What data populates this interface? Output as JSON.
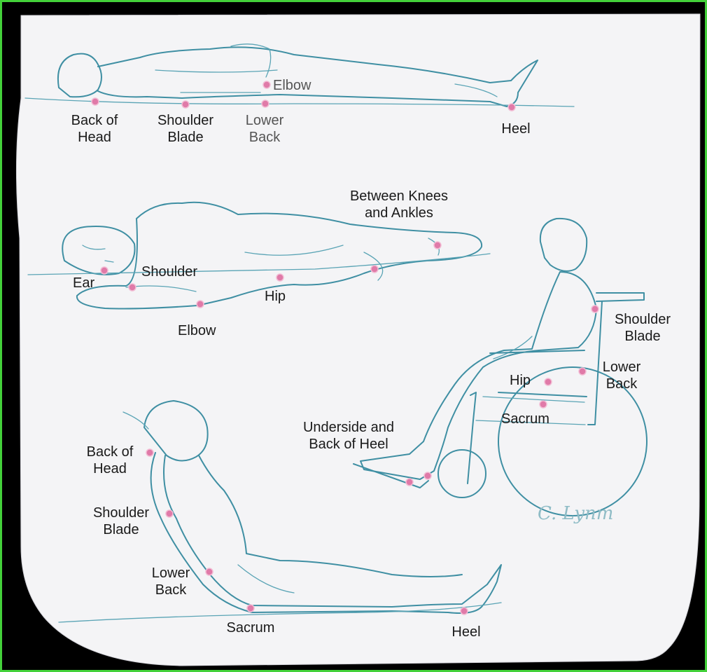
{
  "labels": {
    "supine": {
      "back_of_head": [
        "Back of",
        "Head"
      ],
      "shoulder_blade": [
        "Shoulder",
        "Blade"
      ],
      "lower_back": [
        "Lower",
        "Back"
      ],
      "elbow": "Elbow",
      "heel": "Heel"
    },
    "side": {
      "between_knees": [
        "Between Knees",
        "and Ankles"
      ],
      "ear": "Ear",
      "shoulder": "Shoulder",
      "hip": "Hip",
      "elbow": "Elbow"
    },
    "wheelchair": {
      "shoulder_blade": [
        "Shoulder",
        "Blade"
      ],
      "lower_back": [
        "Lower",
        "Back"
      ],
      "hip": "Hip",
      "sacrum": "Sacrum",
      "heel": [
        "Underside and",
        "Back of Heel"
      ]
    },
    "reclined": {
      "back_of_head": [
        "Back of",
        "Head"
      ],
      "shoulder_blade": [
        "Shoulder",
        "Blade"
      ],
      "lower_back": [
        "Lower",
        "Back"
      ],
      "sacrum": "Sacrum",
      "heel": "Heel"
    }
  },
  "signature": "C. Lynm",
  "colors": {
    "border": "#43d13a",
    "background": "#000000",
    "card": "#f4f4f6",
    "sketch": "#3f8fa3",
    "pressure_point": "#e07aa8"
  }
}
